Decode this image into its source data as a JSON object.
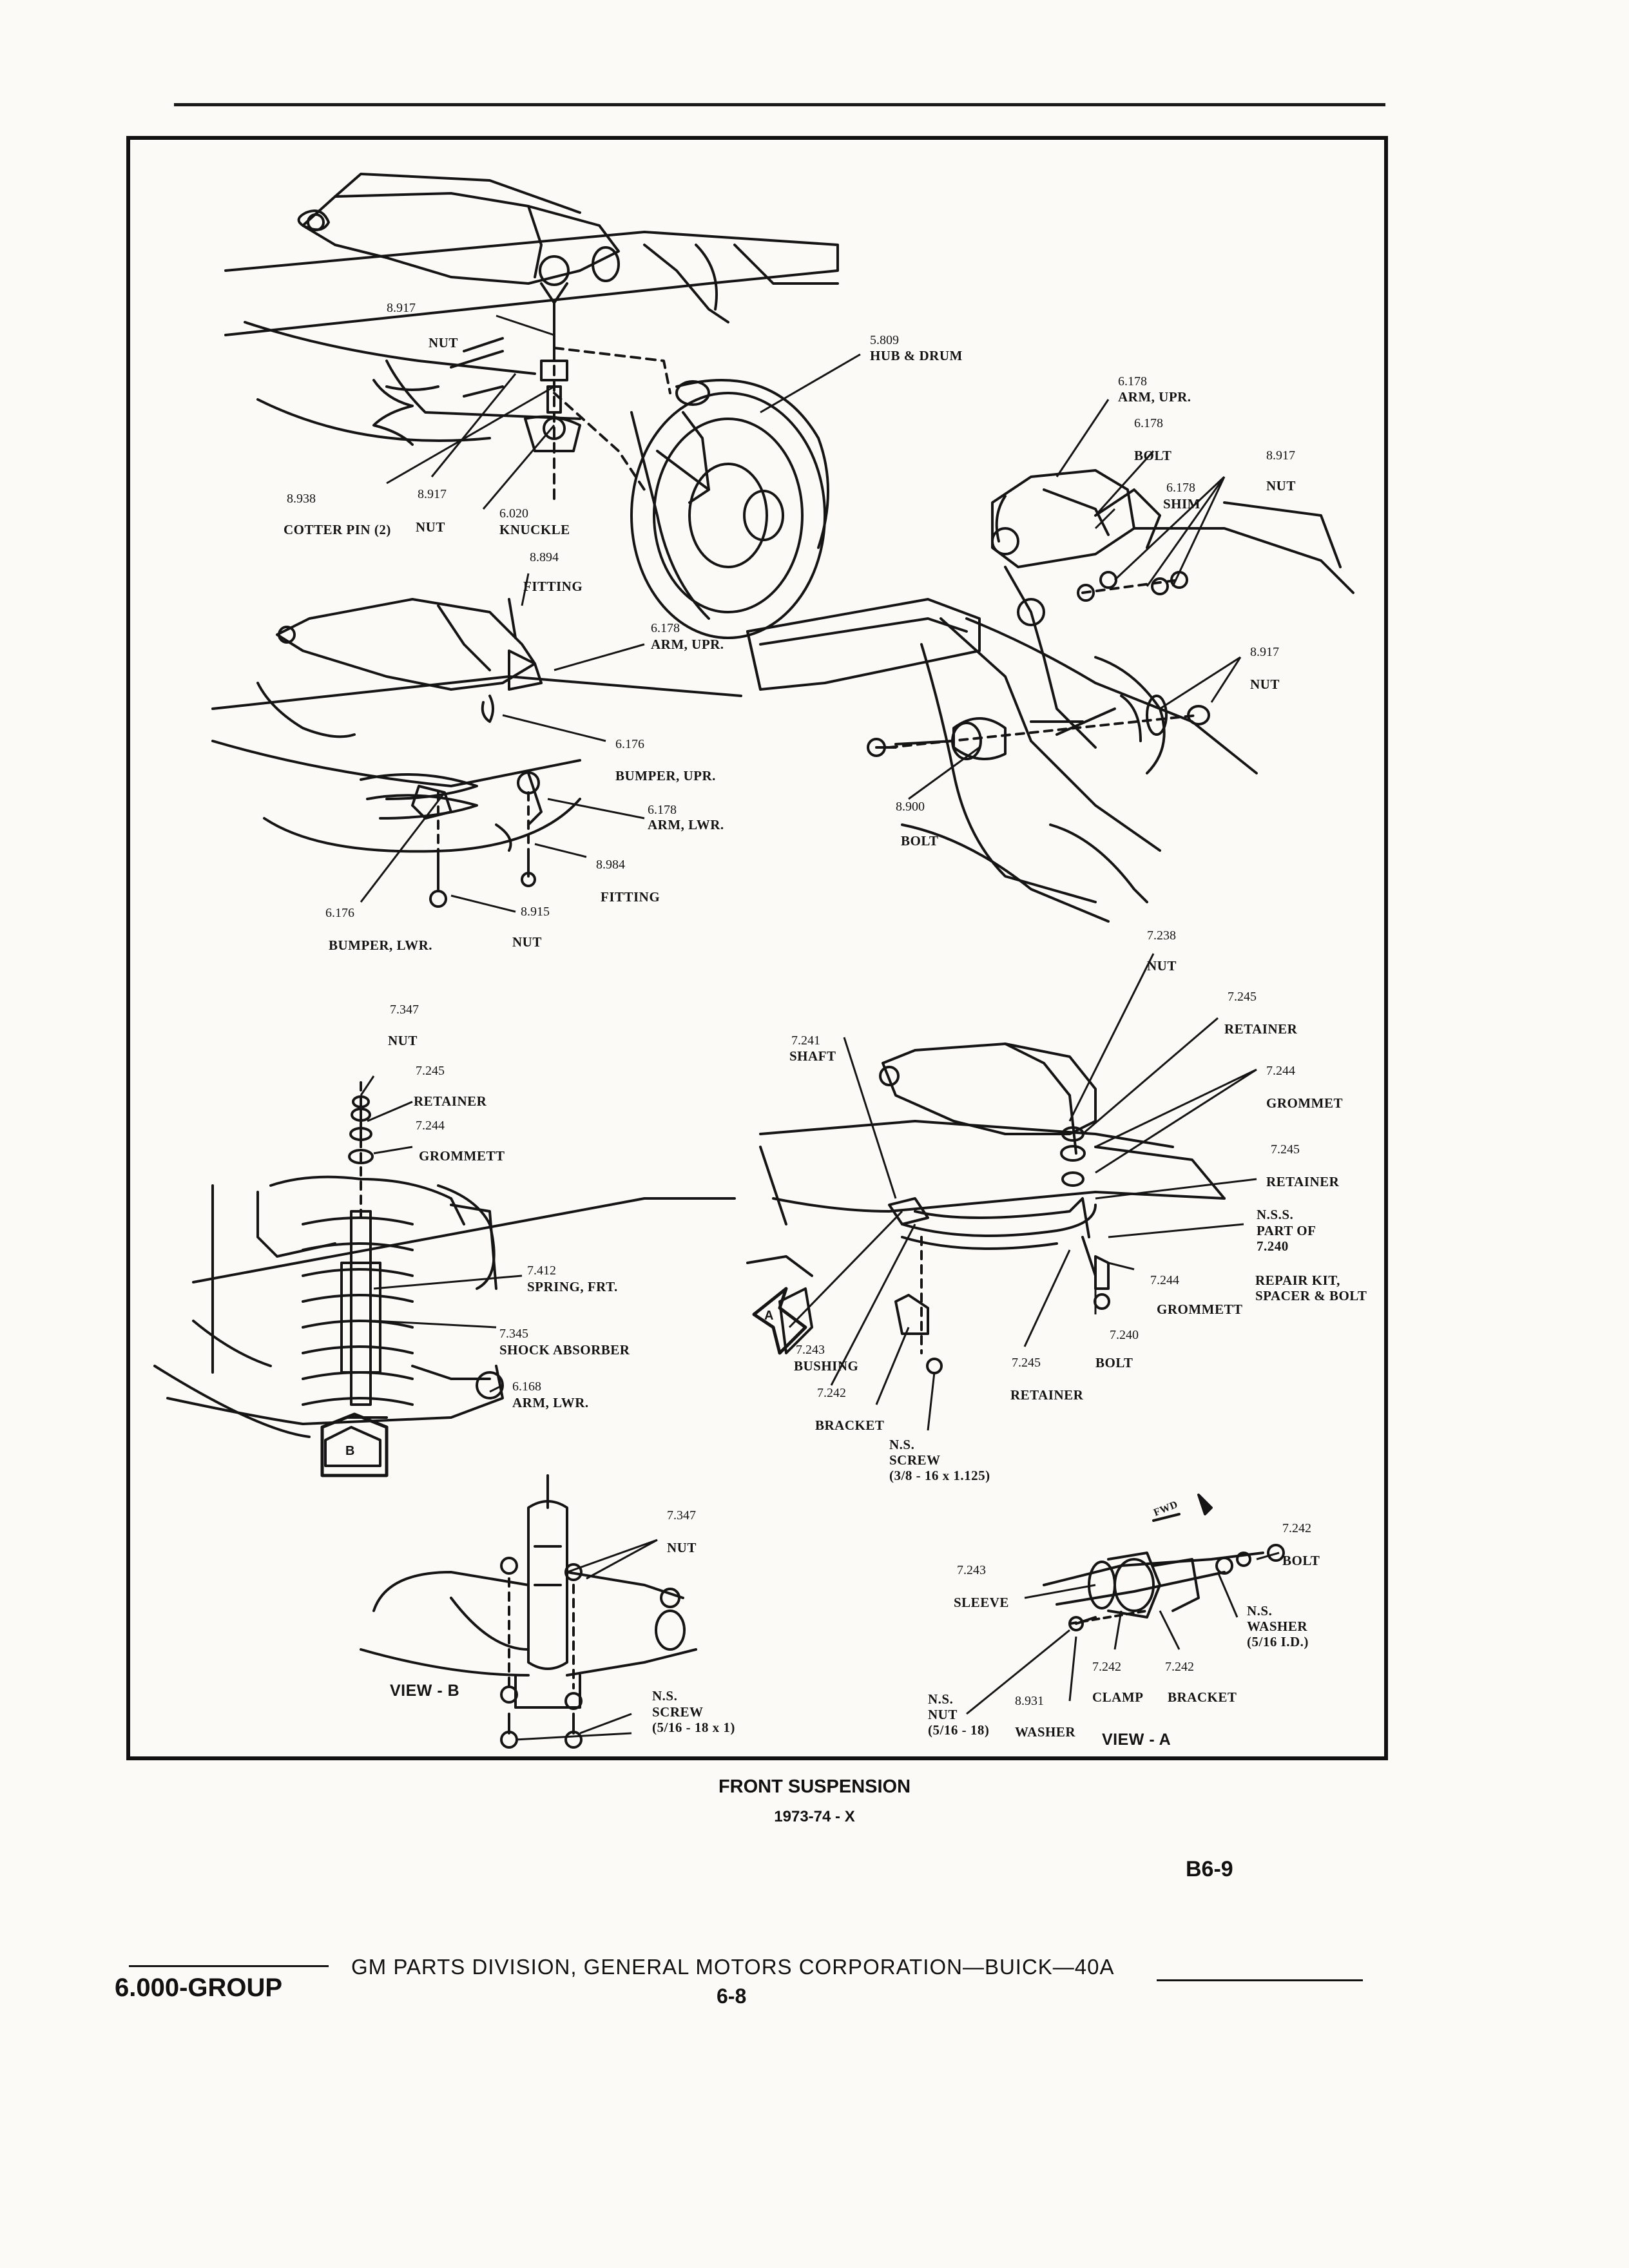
{
  "callouts": {
    "c1": {
      "num": "8.917",
      "name": "NUT"
    },
    "c2": {
      "num": "5.809",
      "name": "HUB & DRUM"
    },
    "c3": {
      "num": "6.178",
      "name": "ARM, UPR."
    },
    "c4": {
      "num": "6.178",
      "name": "BOLT"
    },
    "c5": {
      "num": "8.917",
      "name": "NUT"
    },
    "c6": {
      "num": "6.178",
      "name": "SHIM"
    },
    "c7": {
      "num": "8.938",
      "name": "COTTER PIN (2)"
    },
    "c8": {
      "num": "8.917",
      "name": "NUT"
    },
    "c9": {
      "num": "6.020",
      "name": "KNUCKLE"
    },
    "c10": {
      "num": "8.894",
      "name": "FITTING"
    },
    "c11": {
      "num": "6.178",
      "name": "ARM, UPR."
    },
    "c12": {
      "num": "6.176",
      "name": "BUMPER, UPR."
    },
    "c13": {
      "num": "6.178",
      "name": "ARM, LWR."
    },
    "c14": {
      "num": "8.984",
      "name": "FITTING"
    },
    "c15": {
      "num": "6.176",
      "name": "BUMPER, LWR."
    },
    "c16": {
      "num": "8.915",
      "name": "NUT"
    },
    "c17": {
      "num": "8.917",
      "name": "NUT"
    },
    "c18": {
      "num": "8.900",
      "name": "BOLT"
    },
    "c19": {
      "num": "7.238",
      "name": "NUT"
    },
    "c20": {
      "num": "7.245",
      "name": "RETAINER"
    },
    "c21": {
      "num": "7.244",
      "name": "GROMMET"
    },
    "c22": {
      "num": "7.245",
      "name": "RETAINER"
    },
    "c23": {
      "num": "7.241",
      "name": "SHAFT"
    },
    "c24": {
      "num": "N.S.S.",
      "name": "PART OF\n7.240"
    },
    "c25": {
      "num": "7.244",
      "name": "GROMMETT"
    },
    "c26": {
      "num": "",
      "name": "REPAIR KIT,\nSPACER & BOLT"
    },
    "c27": {
      "num": "7.240",
      "name": "BOLT"
    },
    "c28": {
      "num": "7.245",
      "name": "RETAINER"
    },
    "c29": {
      "num": "7.243",
      "name": "BUSHING"
    },
    "c30": {
      "num": "7.242",
      "name": "BRACKET"
    },
    "c31": {
      "num": "N.S.",
      "name": "SCREW\n(3/8 - 16 x 1.125)"
    },
    "c32": {
      "num": "7.347",
      "name": "NUT"
    },
    "c33": {
      "num": "7.245",
      "name": "RETAINER"
    },
    "c34": {
      "num": "7.244",
      "name": "GROMMETT"
    },
    "c35": {
      "num": "7.412",
      "name": "SPRING, FRT."
    },
    "c36": {
      "num": "7.345",
      "name": "SHOCK ABSORBER"
    },
    "c37": {
      "num": "6.168",
      "name": "ARM, LWR."
    },
    "c38": {
      "num": "7.347",
      "name": "NUT"
    },
    "c39": {
      "num": "N.S.",
      "name": "SCREW\n(5/16 - 18 x 1)"
    },
    "c40": {
      "num": "7.242",
      "name": "BOLT"
    },
    "c41": {
      "num": "7.243",
      "name": "SLEEVE"
    },
    "c42": {
      "num": "N.S.",
      "name": "WASHER\n(5/16 I.D.)"
    },
    "c43": {
      "num": "7.242",
      "name": "CLAMP"
    },
    "c44": {
      "num": "7.242",
      "name": "BRACKET"
    },
    "c45": {
      "num": "N.S.",
      "name": "NUT\n(5/16 - 18)"
    },
    "c46": {
      "num": "8.931",
      "name": "WASHER"
    },
    "c1b": {
      "num": "6.178",
      "name": ""
    }
  },
  "views": {
    "a": "VIEW - A",
    "b": "VIEW - B",
    "fwd": "FWD",
    "arrow_a": "A",
    "arrow_b": "B"
  },
  "caption": {
    "title": "FRONT SUSPENSION",
    "subtitle": "1973-74 - X"
  },
  "page_ref": "B6-9",
  "footer": {
    "group": "6.000-GROUP",
    "corp": "GM PARTS DIVISION,  GENERAL MOTORS CORPORATION—BUICK—40A",
    "page": "6-8"
  },
  "colors": {
    "ink": "#141414",
    "paper": "#fbfaf6"
  }
}
